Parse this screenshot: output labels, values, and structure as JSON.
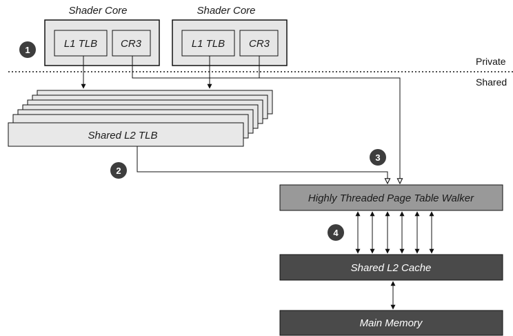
{
  "shader_cores": [
    {
      "title": "Shader Core",
      "l1_tlb": "L1 TLB",
      "cr3": "CR3"
    },
    {
      "title": "Shader Core",
      "l1_tlb": "L1 TLB",
      "cr3": "CR3"
    }
  ],
  "regions": {
    "private": "Private",
    "shared": "Shared"
  },
  "shared_l2_tlb": "Shared L2 TLB",
  "page_table_walker": "Highly Threaded Page Table Walker",
  "shared_l2_cache": "Shared L2 Cache",
  "main_memory": "Main Memory",
  "steps": [
    "1",
    "2",
    "3",
    "4"
  ],
  "colors": {
    "core_fill": "#e6e6e6",
    "tlb_fill": "#e8e8e8",
    "walker_fill": "#999999",
    "cache_fill": "#4a4a4a",
    "badge_fill": "#3d3d3d"
  }
}
